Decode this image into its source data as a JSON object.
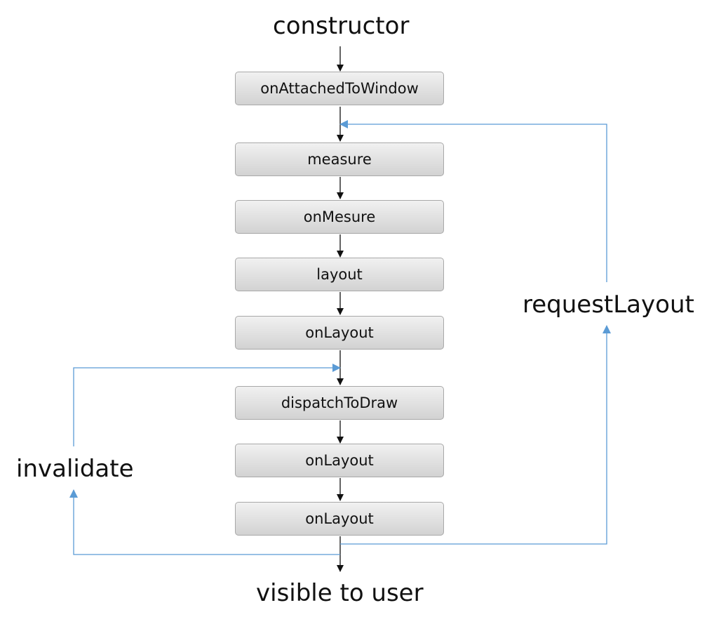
{
  "start_label": "constructor",
  "end_label": "visible to user",
  "steps": [
    "onAttachedToWindow",
    "measure",
    "onMesure",
    "layout",
    "onLayout",
    "dispatchToDraw",
    "onLayout",
    "onLayout"
  ],
  "loops": {
    "invalidate_label": "invalidate",
    "request_layout_label": "requestLayout"
  },
  "colors": {
    "main_arrow": "#111111",
    "loop_arrow": "#5b9bd5",
    "box_border": "#a8a8a8"
  }
}
